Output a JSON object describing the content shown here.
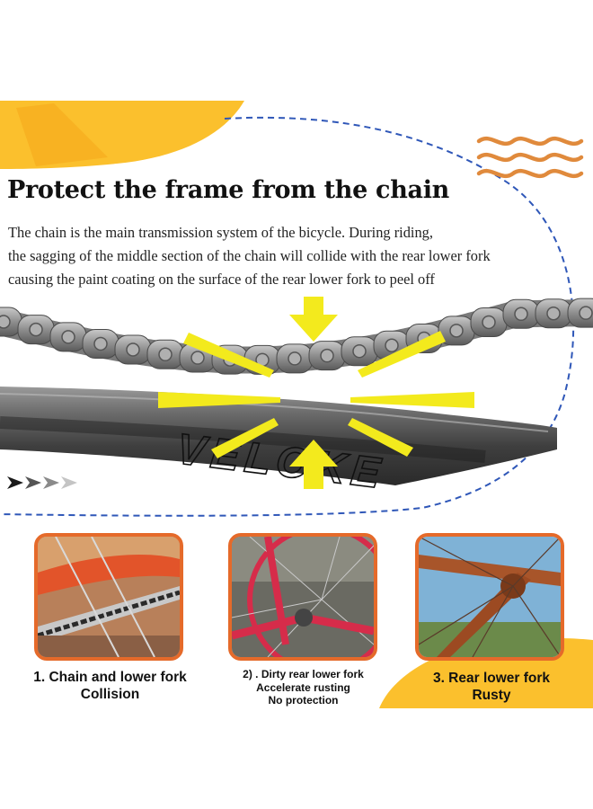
{
  "headline": "Protect the frame from the chain",
  "description_lines": [
    "The chain is the main transmission system of the bicycle. During riding,",
    "the sagging of the middle section of the chain will collide with the rear lower fork",
    "causing the paint coating on the surface of the rear lower fork to peel off"
  ],
  "frame_decal_text": "VELOKE",
  "colors": {
    "accent_yellow": "#fbc02d",
    "arrow_yellow": "#f3ea1d",
    "wave_orange": "#e08a3c",
    "card_border": "#e56a2a",
    "dashed_line": "#2f57b8"
  },
  "icons": [
    "wave-icon",
    "arrow-chevrons-icon",
    "warning-arrows-icon"
  ],
  "cards": [
    {
      "caption_lines": [
        "1. Chain and lower fork",
        "Collision"
      ]
    },
    {
      "caption_lines": [
        "2) . Dirty rear lower fork",
        "Accelerate rusting",
        "No protection"
      ]
    },
    {
      "caption_lines": [
        "3. Rear lower fork",
        "Rusty"
      ]
    }
  ]
}
